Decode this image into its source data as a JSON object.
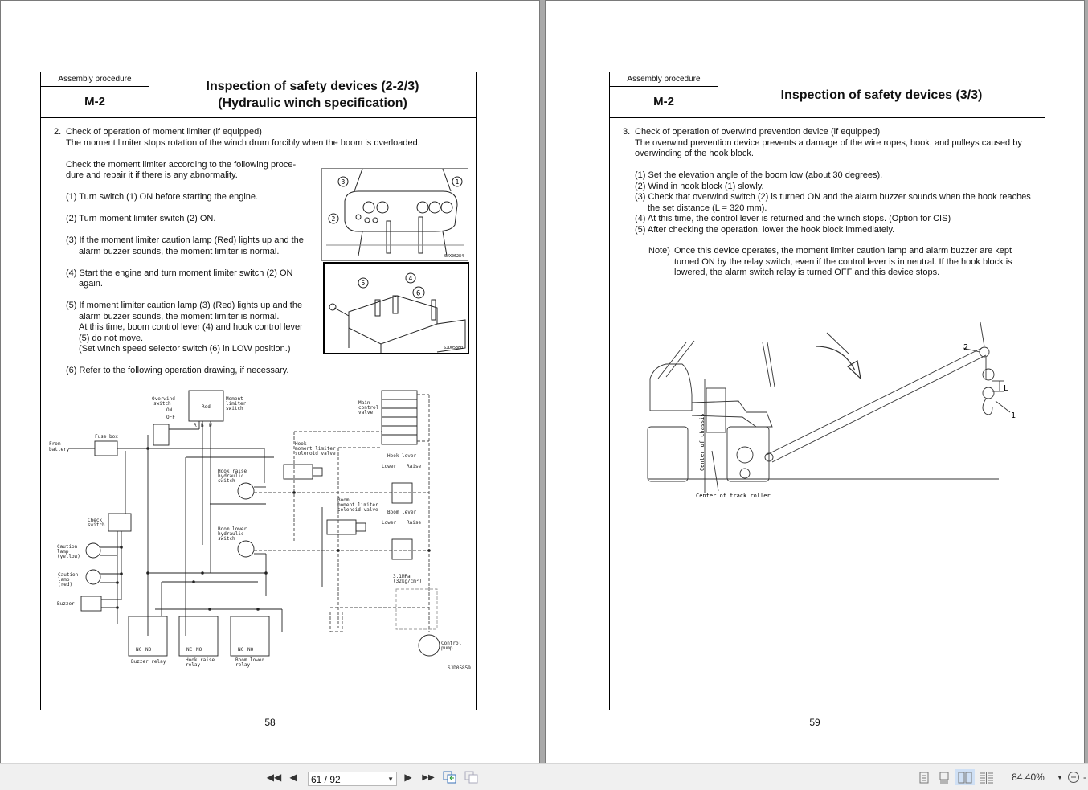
{
  "viewer": {
    "page_field": "61 / 92",
    "zoom": "84.40%",
    "icons": [
      "first-page-icon",
      "previous-page-icon",
      "next-page-icon",
      "last-page-icon",
      "previous-view-icon",
      "next-view-icon",
      "single-page-icon",
      "continuous-icon",
      "facing-icon",
      "continuous-facing-icon",
      "zoom-dropdown-icon",
      "zoom-out-icon"
    ]
  },
  "left_page": {
    "header": {
      "caption": "Assembly procedure",
      "code": "M-2",
      "title_line1": "Inspection of safety devices (2-2/3)",
      "title_line2": "(Hydraulic winch specification)"
    },
    "section_number": "2.",
    "paragraphs": [
      [
        "Check of operation of moment limiter (if equipped)",
        "The moment limiter stops rotation of the winch drum forcibly when the boom is overloaded."
      ],
      [
        "Check the moment limiter according to the following proce-",
        "dure and repair it if there is any abnormality."
      ],
      [
        "(1) Turn switch (1) ON before starting the engine."
      ],
      [
        "(2) Turn moment limiter switch (2) ON."
      ],
      [
        "(3) If the moment limiter caution lamp (Red) lights up and the",
        "alarm buzzer sounds, the moment limiter is normal."
      ],
      [
        "(4) Start the engine and turn moment limiter switch (2) ON",
        "again."
      ],
      [
        "(5) If moment limiter caution lamp (3) (Red) lights up and the",
        "alarm buzzer sounds, the moment limiter is normal.",
        "At this time, boom control lever (4) and hook control lever",
        "(5) do not move.",
        "(Set winch speed selector switch (6) in LOW position.)"
      ],
      [
        "(6) Refer to the following operation drawing, if necessary."
      ]
    ],
    "photo1": {
      "callouts": [
        "3",
        "2",
        "1"
      ],
      "code": "SJX06284"
    },
    "photo2": {
      "callouts": [
        "5",
        "4",
        "6"
      ],
      "code": "SJD05880"
    },
    "schematic": {
      "from_battery": [
        "From",
        "battery"
      ],
      "fuse_box": "Fuse box",
      "overwind_switch": [
        "Overwind",
        "switch"
      ],
      "on": "ON",
      "off": "OFF",
      "red": "Red",
      "rbw": [
        "R",
        "B",
        "W"
      ],
      "moment_limiter_switch": [
        "Moment",
        "limiter",
        "switch"
      ],
      "main_control_valve": [
        "Main",
        "control",
        "valve"
      ],
      "hook_solenoid": [
        "Hook",
        "moment limiter",
        "solenoid valve"
      ],
      "boom_solenoid": [
        "Boom",
        "moment limiter",
        "solenoid valve"
      ],
      "hook_lever": "Hook lever",
      "boom_lever": "Boom lever",
      "lower": "Lower",
      "raise": "Raise",
      "hook_raise_switch": [
        "Hook raise",
        "hydraulic",
        "switch"
      ],
      "boom_lower_switch": [
        "Boom lower",
        "hydraulic",
        "switch"
      ],
      "check_switch": [
        "Check",
        "switch"
      ],
      "caution_yellow": [
        "Caution",
        "lamp",
        "(yellow)"
      ],
      "caution_red": [
        "Caution",
        "lamp",
        "(red)"
      ],
      "buzzer": "Buzzer",
      "nc": "NC",
      "no": "NO",
      "buzzer_relay": "Buzzer relay",
      "hook_raise_relay": [
        "Hook raise",
        "relay"
      ],
      "boom_lower_relay": [
        "Boom lower",
        "relay"
      ],
      "pressure": [
        "3.1MPa",
        "(32kg/cm²)"
      ],
      "control_pump": [
        "Control",
        "pump"
      ],
      "code": "SJD05859"
    },
    "page_number": "58"
  },
  "right_page": {
    "header": {
      "caption": "Assembly procedure",
      "code": "M-2",
      "title": "Inspection of safety devices (3/3)"
    },
    "section_number": "3.",
    "intro": [
      "Check of operation of overwind prevention device (if equipped)",
      "The overwind prevention device prevents a damage of the wire ropes, hook, and pulleys caused by",
      "overwinding of the hook block."
    ],
    "steps": [
      [
        "(1) Set the elevation angle of the boom low (about 30 degrees)."
      ],
      [
        "(2) Wind in hook block (1) slowly."
      ],
      [
        "(3) Check that overwind switch (2) is turned ON and the alarm buzzer sounds when the hook reaches",
        "the set distance (L = 320 mm)."
      ],
      [
        "(4) At this time, the control lever is returned and the winch stops.  (Option for CIS)"
      ],
      [
        "(5) After checking the operation, lower the hook block immediately."
      ]
    ],
    "note_label": "Note)",
    "note": [
      "Once this device operates, the moment limiter caution lamp and alarm buzzer are kept",
      "turned ON by the relay switch, even if the control lever is in neutral.  If the hook block is",
      "lowered, the alarm switch relay is turned OFF and this device stops."
    ],
    "figure": {
      "label_2": "2",
      "label_L": "L",
      "label_1": "1",
      "center_chassis": "Center of chassis",
      "center_roller": "Center of track roller"
    },
    "page_number": "59"
  }
}
